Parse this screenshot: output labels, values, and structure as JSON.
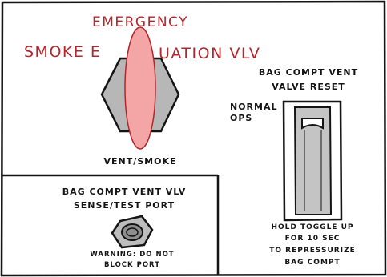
{
  "selector": {
    "title_line1": "EMERGENCY",
    "title_left": "SMOKE E",
    "title_right": "UATION VLV",
    "position_label": "VENT/SMOKE"
  },
  "reset_valve": {
    "title_line1": "BAG COMPT VENT",
    "title_line2": "VALVE RESET",
    "normal_label_line1": "NORMAL",
    "normal_label_line2": "OPS",
    "instruction_line1": "HOLD TOGGLE UP",
    "instruction_line2": "FOR 10 SEC",
    "instruction_line3": "TO REPRESSURIZE",
    "instruction_line4": "BAG COMPT"
  },
  "test_port": {
    "title_line1": "BAG COMPT VENT VLV",
    "title_line2": "SENSE/TEST PORT",
    "warning_line1": "WARNING: DO NOT",
    "warning_line2": "BLOCK PORT"
  },
  "colors": {
    "ink": "#141414",
    "label_red": "#b3262c",
    "knob_grey": "#b7b7b7",
    "pointer_pink": "#f4a6a6",
    "switch_grey": "#c4c4c4"
  }
}
